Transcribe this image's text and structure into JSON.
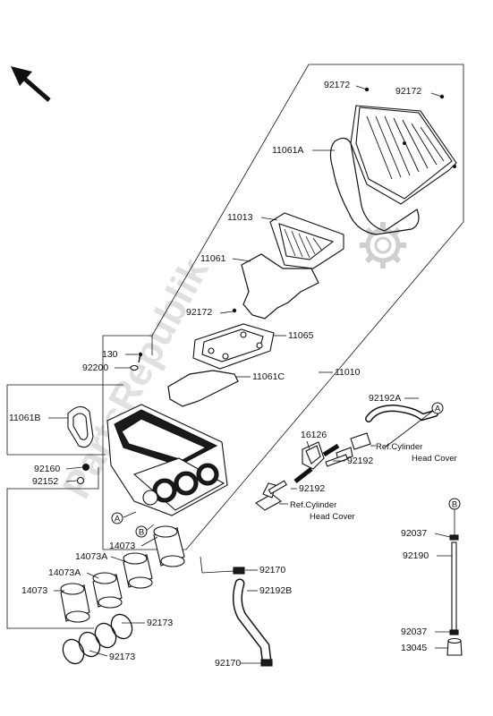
{
  "watermark": "PartsRepublik",
  "labels": {
    "p92172_a": "92172",
    "p92172_b": "92172",
    "p11061A": "11061A",
    "p11013": "11013",
    "p11061": "11061",
    "p92172_c": "92172",
    "p11065": "11065",
    "p130": "130",
    "p92200": "92200",
    "p11061C": "11061C",
    "p11010": "11010",
    "p11061B": "11061B",
    "p92192A": "92192A",
    "p16126": "16126",
    "p92192_a": "92192",
    "p92192_b": "92192",
    "p92160": "92160",
    "p92152": "92152",
    "p14073_a": "14073",
    "p14073A_a": "14073A",
    "p14073A_b": "14073A",
    "p14073_b": "14073",
    "p92170_a": "92170",
    "p92192B": "92192B",
    "p92173_a": "92173",
    "p92173_b": "92173",
    "p92170_b": "92170",
    "p92037_a": "92037",
    "p92190": "92190",
    "p92037_b": "92037",
    "p13045": "13045"
  },
  "references": {
    "ref1_line1": "Ref.Cylinder",
    "ref1_line2": "Head Cover",
    "ref2_line1": "Ref.Cylinder",
    "ref2_line2": "Head Cover"
  },
  "markers": {
    "A1": "A",
    "B1": "B",
    "A2": "A",
    "B2": "B"
  }
}
